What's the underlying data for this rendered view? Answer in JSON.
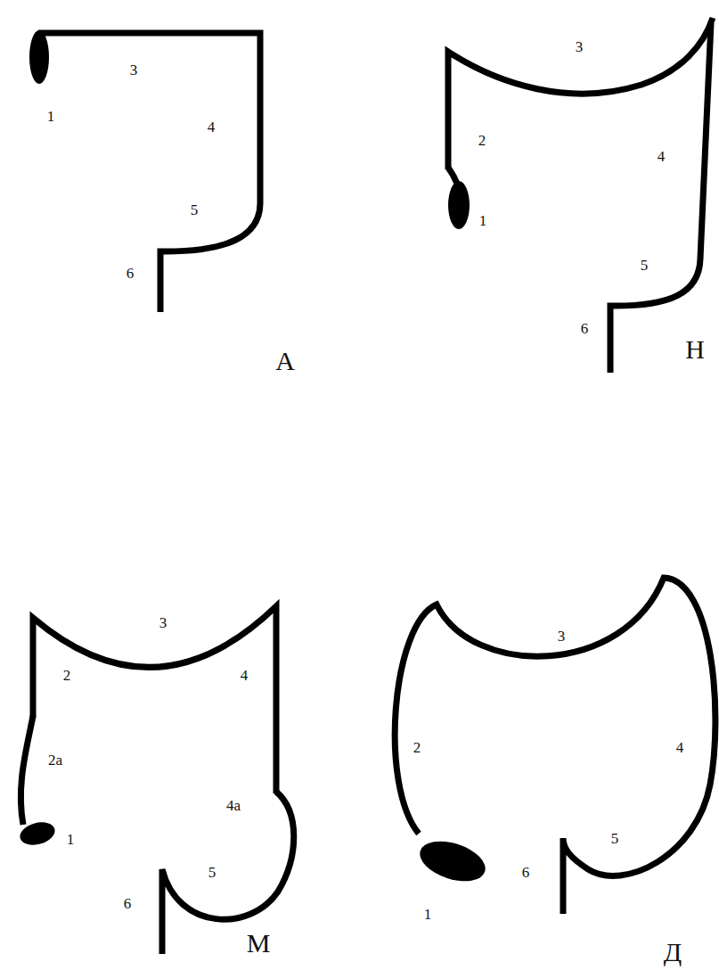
{
  "diagram": {
    "labels": [
      "1",
      "3",
      "4",
      "5",
      "6",
      "А",
      "3",
      "2",
      "4",
      "1",
      "5",
      "6",
      "Н",
      "3",
      "2",
      "4",
      "2а",
      "4а",
      "1",
      "5",
      "6",
      "М",
      "3",
      "2",
      "4",
      "1",
      "5",
      "6",
      "Д"
    ]
  }
}
